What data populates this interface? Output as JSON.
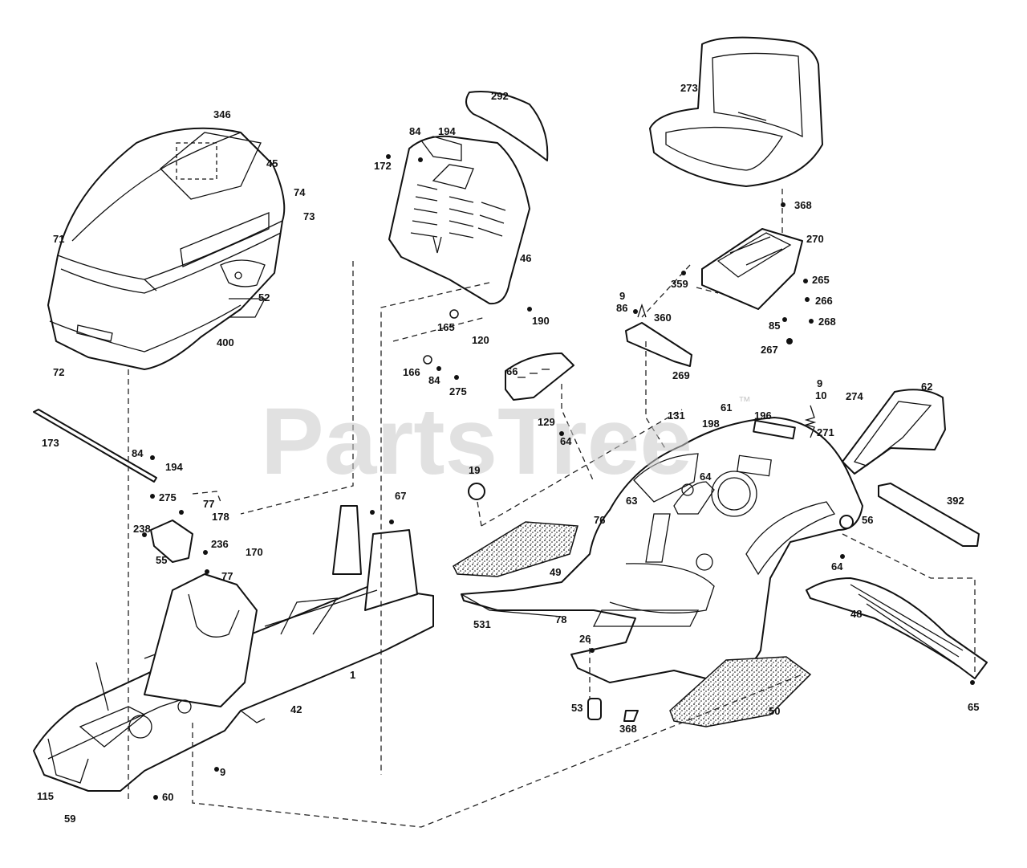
{
  "watermark": {
    "brand": "PartsTree",
    "trademark": "™"
  },
  "callouts": {
    "c346": "346",
    "c45a": "45",
    "c74": "74",
    "c73": "73",
    "c71": "71",
    "c52": "52",
    "c400": "400",
    "c72": "72",
    "c292": "292",
    "c84a": "84",
    "c194a": "194",
    "c172": "172",
    "c46": "46",
    "c165": "165",
    "c190": "190",
    "c120": "120",
    "c166": "166",
    "c84b": "84",
    "c275a": "275",
    "c66": "66",
    "c129": "129",
    "c64a": "64",
    "c273": "273",
    "c368": "368",
    "c270": "270",
    "c359": "359",
    "c265": "265",
    "c266": "266",
    "c85": "85",
    "c268": "268",
    "c267": "267",
    "c9a": "9",
    "c86": "86",
    "c360": "360",
    "c269": "269",
    "c173": "173",
    "c84c": "84",
    "c194b": "194",
    "c275b": "275",
    "c19": "19",
    "c131": "131",
    "c198": "198",
    "c61": "61",
    "c196": "196",
    "c9b": "9",
    "c10": "10",
    "c274": "274",
    "c271": "271",
    "c62": "62",
    "c64b": "64",
    "c63": "63",
    "c76": "76",
    "c56": "56",
    "c392": "392",
    "c64c": "64",
    "c49": "49",
    "c77a": "77",
    "c178": "178",
    "c238": "238",
    "c55": "55",
    "c236": "236",
    "c170": "170",
    "c77b": "77",
    "c67": "67",
    "c531": "531",
    "c78": "78",
    "c48": "48",
    "c1": "1",
    "c26": "26",
    "c42": "42",
    "c53": "53",
    "c368b": "368",
    "c50": "50",
    "c65": "65",
    "c9c": "9",
    "c115": "115",
    "c60": "60",
    "c59": "59"
  },
  "colors": {
    "ink": "#111111",
    "paper": "#ffffff",
    "watermark": "#c9c9c9"
  }
}
